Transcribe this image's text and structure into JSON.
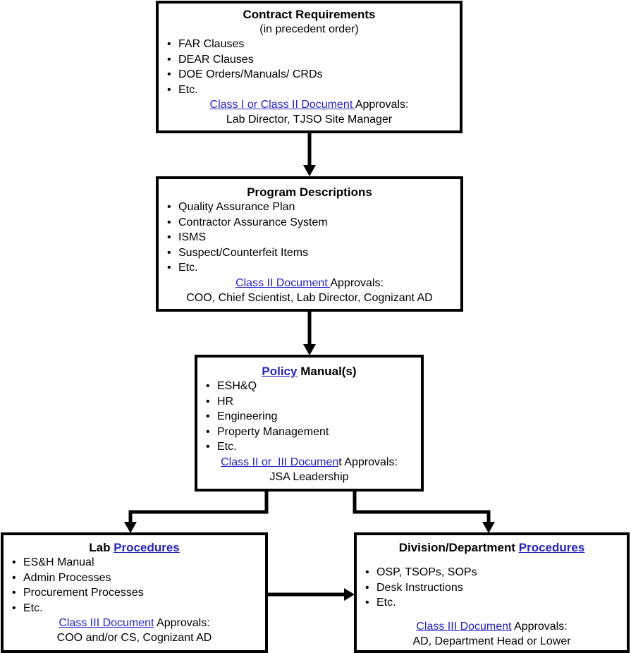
{
  "boxes": {
    "contract": {
      "title": "Contract Requirements",
      "subtitle": "(in precedent order)",
      "items": [
        "FAR Clauses",
        "DEAR Clauses",
        "DOE Orders/Manuals/ CRDs",
        "Etc."
      ],
      "approval_link": "Class I or Class II Document ",
      "approval_suffix": "Approvals:",
      "approvers": "Lab Director, TJSO Site Manager"
    },
    "program": {
      "title": "Program Descriptions",
      "items": [
        "Quality Assurance Plan",
        "Contractor Assurance System",
        "ISMS",
        "Suspect/Counterfeit Items",
        "Etc."
      ],
      "approval_link": "Class II Document ",
      "approval_suffix": "Approvals:",
      "approvers": "COO, Chief Scientist, Lab Director, Cognizant AD"
    },
    "policy": {
      "title_link": "Policy",
      "title_suffix": " Manual(s)",
      "items": [
        "ESH&Q",
        "HR",
        "Engineering",
        "Property Management",
        "Etc."
      ],
      "approval_link": "Class II or  III Documen",
      "approval_suffix": "t Approvals:",
      "approvers": "JSA Leadership"
    },
    "lab": {
      "title_prefix": "Lab ",
      "title_link": "Procedures",
      "items": [
        "ES&H Manual",
        "Admin Processes",
        "Procurement Processes",
        "Etc."
      ],
      "approval_link": "Class III Document",
      "approval_suffix": " Approvals:",
      "approvers": "COO and/or CS, Cognizant AD"
    },
    "division": {
      "title_prefix": "Division/Department ",
      "title_link": "Procedures",
      "items": [
        "OSP, TSOPs, SOPs",
        "Desk Instructions",
        "Etc."
      ],
      "approval_link": "Class III Document",
      "approval_suffix": " Approvals:",
      "approvers": "AD, Department Head or Lower"
    }
  }
}
